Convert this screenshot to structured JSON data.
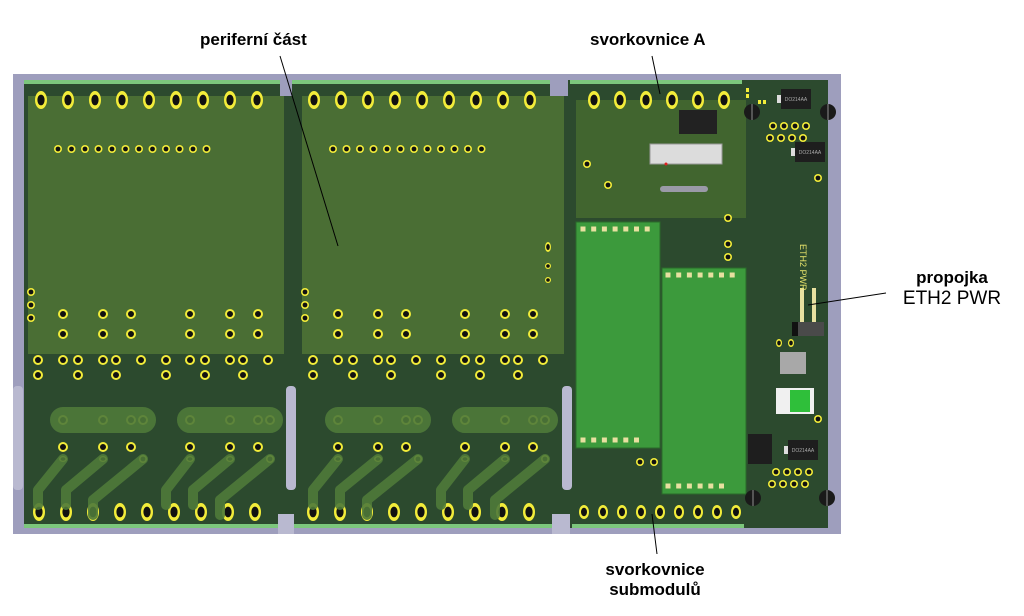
{
  "annotations": {
    "peripheral_part": "periferní část",
    "terminal_block_a": "svorkovnice A",
    "jumper_line1": "propojka",
    "jumper_line2": "ETH2 PWR",
    "submodule_terminals_line1": "svorkovnice",
    "submodule_terminals_line2": "submodulů"
  },
  "silkscreen": {
    "jumper_marking": "ETH2 PWR",
    "diode_marking": "DO214AA"
  },
  "colors": {
    "background": "#ffffff",
    "panel_frame": "#9e9ebd",
    "board_dark": "#2c4a2e",
    "board_area": "#4a6e34",
    "submodule_green": "#3c9a3c",
    "pad_ring": "#f2ec3a",
    "edge_strip": "#7cc77c",
    "component_black": "#222222",
    "slot_grey": "#b9b9d0"
  }
}
